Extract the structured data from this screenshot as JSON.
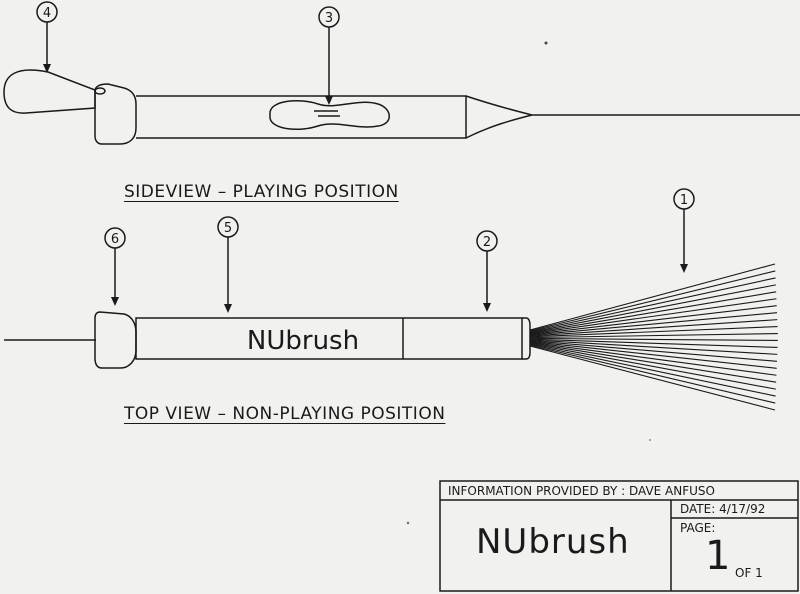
{
  "callouts": {
    "c1": "1",
    "c2": "2",
    "c3": "3",
    "c4": "4",
    "c5": "5",
    "c6": "6"
  },
  "views": {
    "side_caption": "SIDEVIEW – PLAYING POSITION",
    "top_caption": "TOP VIEW – NON-PLAYING POSITION",
    "handle_label": "NUbrush"
  },
  "title_block": {
    "info_label": "INFORMATION PROVIDED BY :",
    "info_value": "DAVE ANFUSO",
    "date_label": "DATE:",
    "date_value": "4/17/92",
    "product_name": "NUbrush",
    "page_label": "PAGE:",
    "page_number": "1",
    "page_of": "OF 1"
  }
}
